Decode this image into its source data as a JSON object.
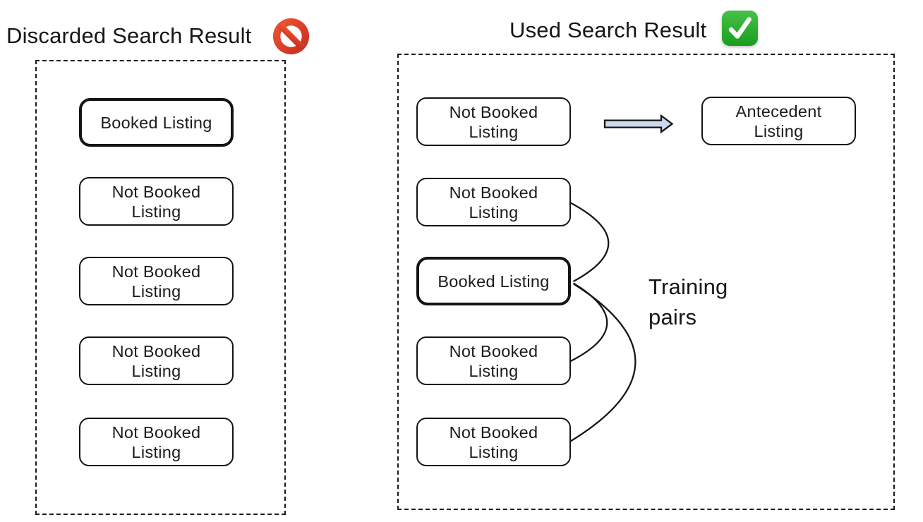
{
  "diagram": {
    "left_panel": {
      "title": "Discarded Search Result",
      "status_icon": "prohibited-icon",
      "boxes": [
        {
          "label": "Booked Listing",
          "style": "booked"
        },
        {
          "label": "Not Booked\nListing",
          "style": "normal"
        },
        {
          "label": "Not Booked\nListing",
          "style": "normal"
        },
        {
          "label": "Not Booked\nListing",
          "style": "normal"
        },
        {
          "label": "Not Booked\nListing",
          "style": "normal"
        }
      ]
    },
    "right_panel": {
      "title": "Used Search Result",
      "status_icon": "check-mark-icon",
      "top_row": {
        "source_label": "Not Booked\nListing",
        "arrow": "right-arrow",
        "target_label": "Antecedent\nListing"
      },
      "boxes": [
        {
          "label": "Not Booked\nListing",
          "style": "normal"
        },
        {
          "label": "Booked Listing",
          "style": "booked"
        },
        {
          "label": "Not Booked\nListing",
          "style": "normal"
        },
        {
          "label": "Not Booked\nListing",
          "style": "normal"
        }
      ],
      "annotation": "Training\npairs"
    },
    "colors": {
      "line": "#161616",
      "arrow_fill": "#ccdaee",
      "prohibited_red": "#d8402c",
      "check_green": "#2eb52c",
      "background": "#ffffff"
    }
  }
}
